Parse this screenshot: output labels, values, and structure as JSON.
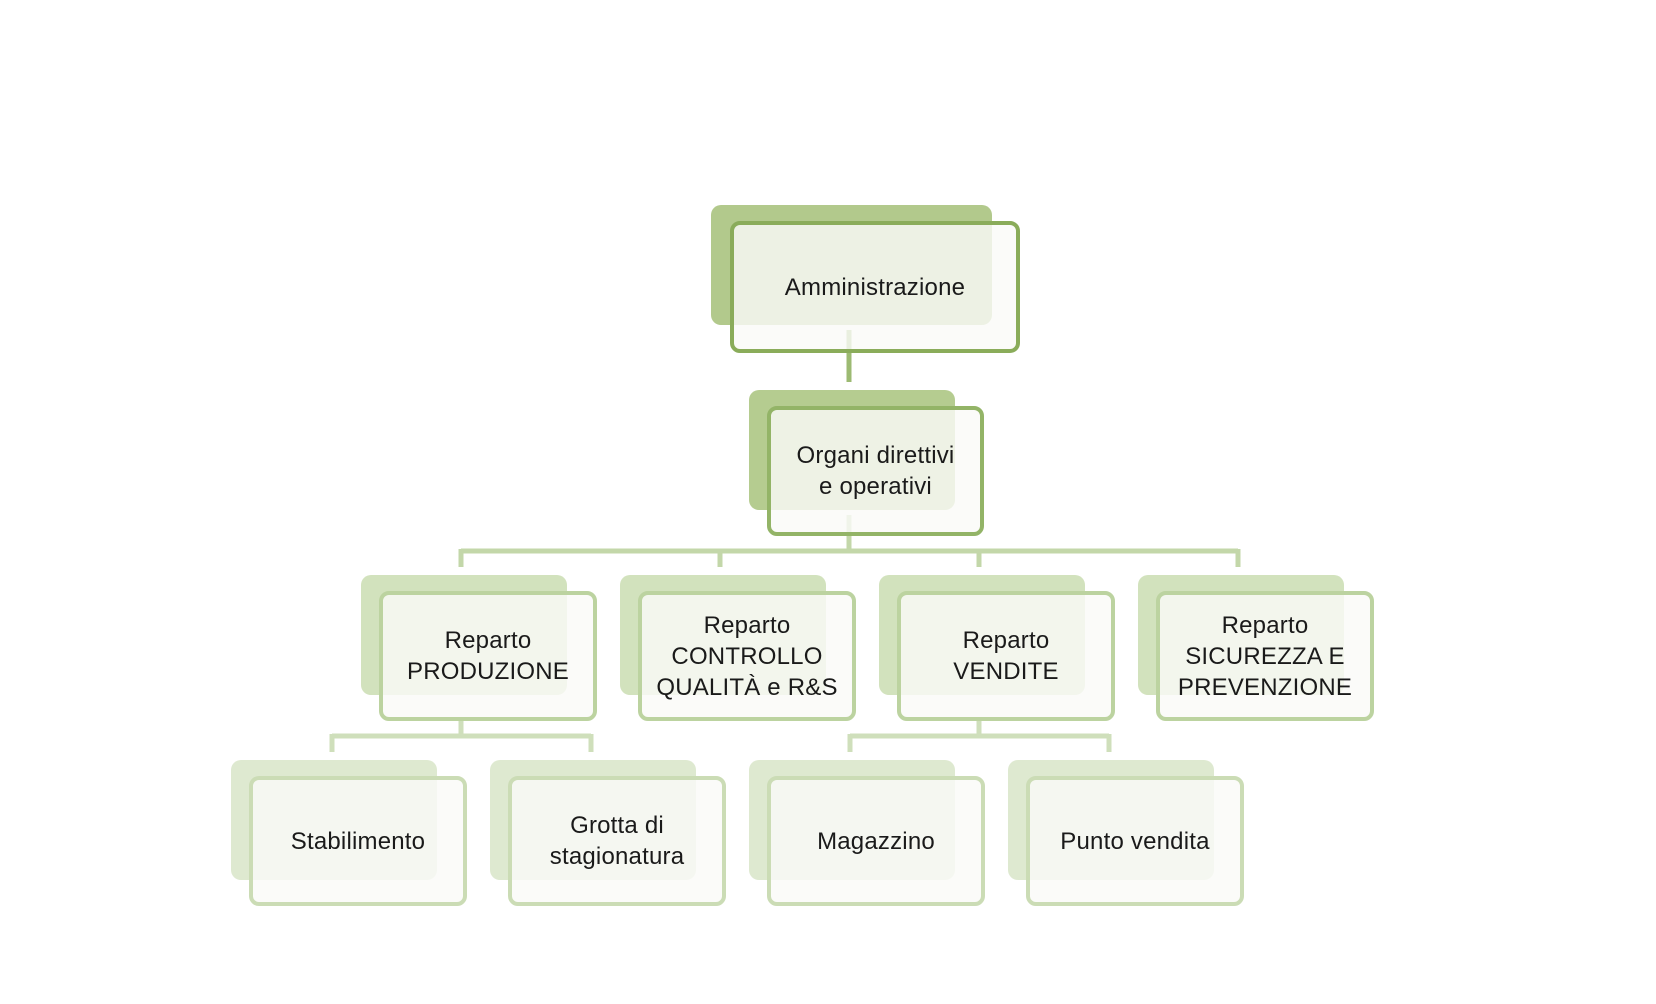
{
  "diagram": {
    "type": "org-chart",
    "colors": {
      "level0": "#8aac5a",
      "level1": "#93b467",
      "level2": "#bcd3a0",
      "level3": "#cbdcb5",
      "connector_top": "#9cba72",
      "connector_mid": "#c3d7a9",
      "connector_low": "#cfdfbb"
    },
    "nodes": {
      "amministrazione": {
        "label": "Amministrazione"
      },
      "organi": {
        "label": "Organi direttivi\ne operativi"
      },
      "produzione": {
        "label": "Reparto\nPRODUZIONE"
      },
      "controllo": {
        "label": "Reparto\nCONTROLLO\nQUALITÀ e R&S"
      },
      "vendite": {
        "label": "Reparto\nVENDITE"
      },
      "sicurezza": {
        "label": "Reparto\nSICUREZZA E\nPREVENZIONE"
      },
      "stabilimento": {
        "label": "Stabilimento"
      },
      "grotta": {
        "label": "Grotta di\nstagionatura"
      },
      "magazzino": {
        "label": "Magazzino"
      },
      "punto_vendita": {
        "label": "Punto vendita"
      }
    },
    "edges": [
      [
        "amministrazione",
        "organi"
      ],
      [
        "organi",
        "produzione"
      ],
      [
        "organi",
        "controllo"
      ],
      [
        "organi",
        "vendite"
      ],
      [
        "organi",
        "sicurezza"
      ],
      [
        "produzione",
        "stabilimento"
      ],
      [
        "produzione",
        "grotta"
      ],
      [
        "vendite",
        "magazzino"
      ],
      [
        "vendite",
        "punto_vendita"
      ]
    ]
  }
}
